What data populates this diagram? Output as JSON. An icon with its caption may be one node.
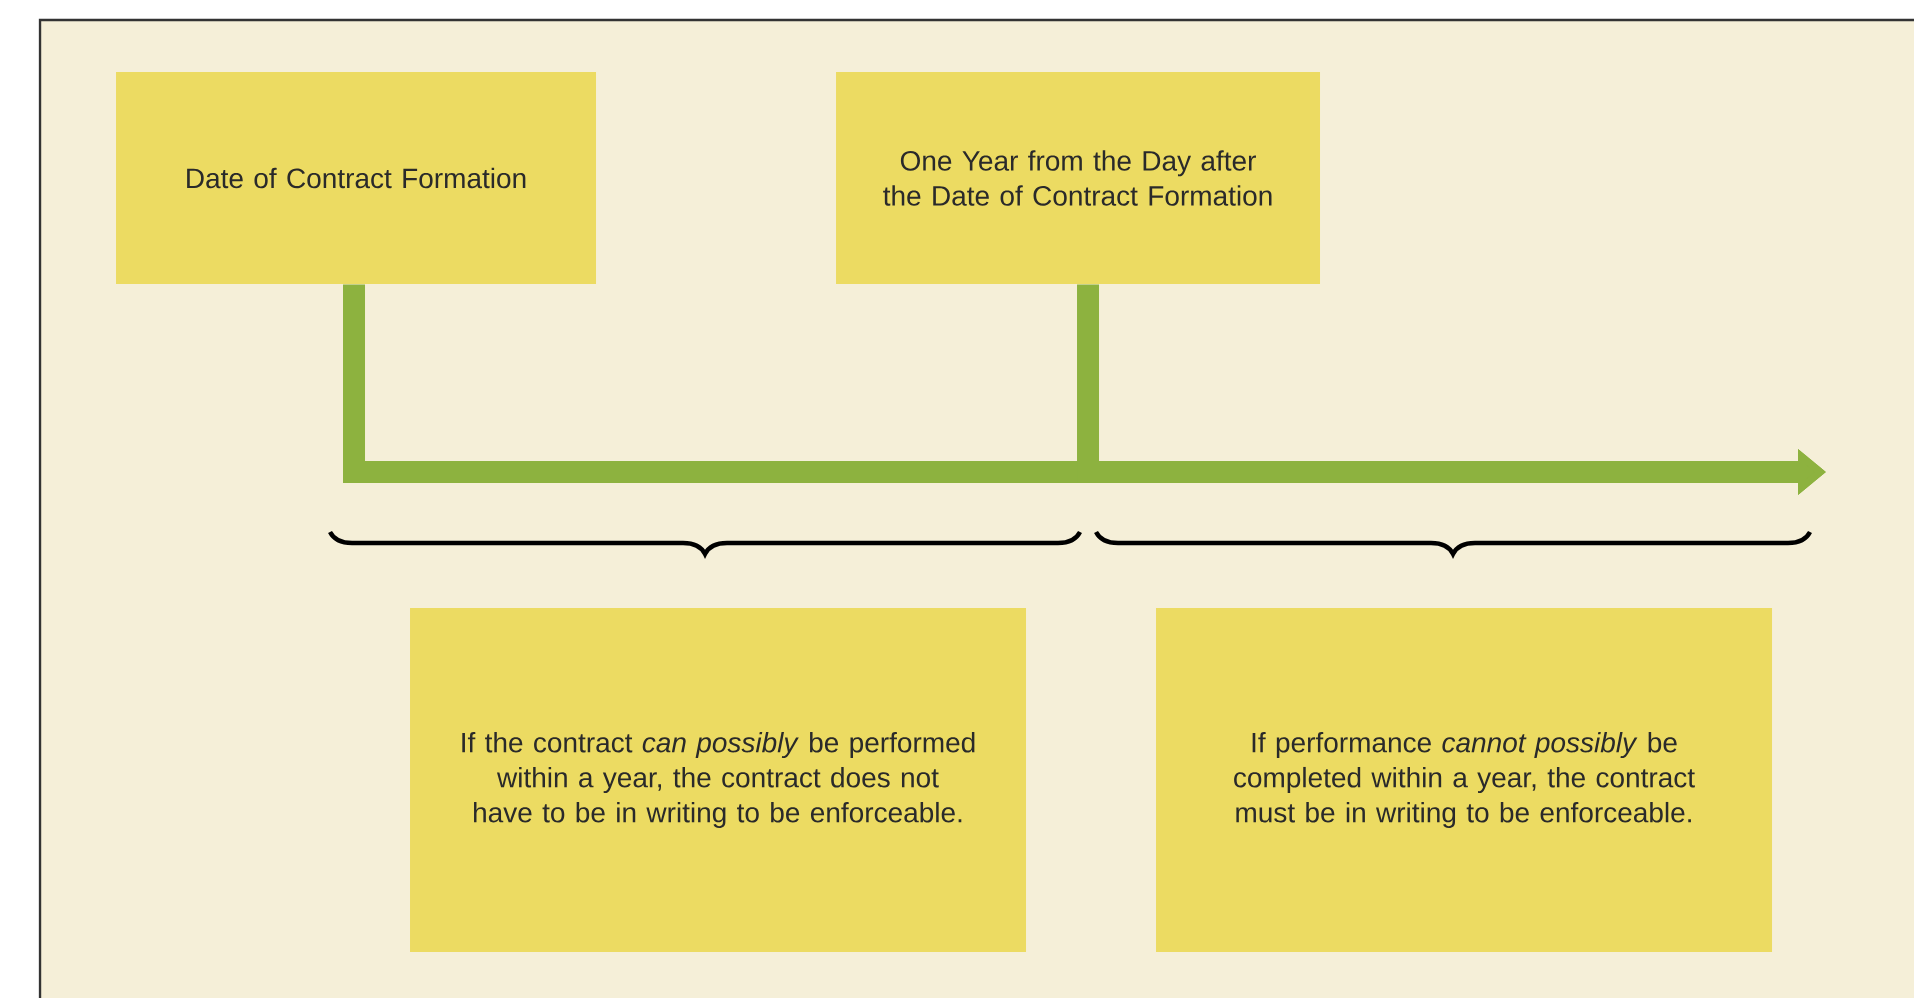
{
  "diagram": {
    "nodes": [
      {
        "text": [
          "Date of Contract Formation"
        ]
      },
      {
        "text": [
          "One Year from the Day after the Date of Contract Formation"
        ]
      },
      {
        "text": [
          "If the contract *can possibly* be performed within a year, the contract does not have to be in writing to be enforceable."
        ]
      },
      {
        "text": [
          "If performance *cannot possibly* be completed within a year, the contract must be in writing to be enforceable."
        ]
      }
    ],
    "edges": [
      {
        "from": 0,
        "to": null,
        "arrow": "to"
      },
      {
        "from": 1,
        "to": null,
        "arrow": "to"
      }
    ]
  }
}
